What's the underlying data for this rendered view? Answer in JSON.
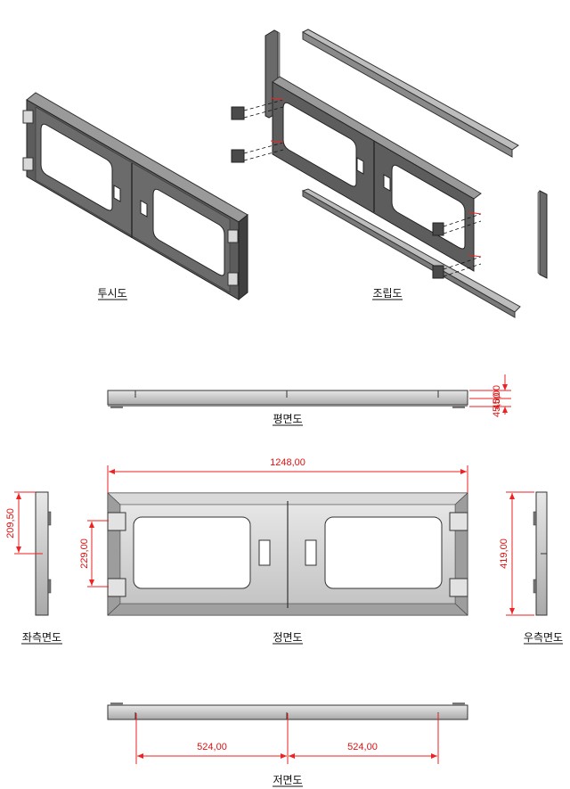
{
  "views": {
    "perspective": "투시도",
    "assembly": "조립도",
    "top": "평면도",
    "left_side": "좌측면도",
    "front": "정면도",
    "right_side": "우측면도",
    "bottom": "저면도"
  },
  "dimensions": {
    "top_depth_a": "45,00",
    "top_depth_b": "45,00",
    "front_width": "1248,00",
    "left_height": "209,50",
    "front_hole_spacing": "229,00",
    "right_height": "419,00",
    "bottom_span_left": "524,00",
    "bottom_span_right": "524,00"
  },
  "colors": {
    "dimension": "#e02020",
    "metal_dark": "#5a5a5a",
    "metal_light": "#cfcfcf"
  }
}
